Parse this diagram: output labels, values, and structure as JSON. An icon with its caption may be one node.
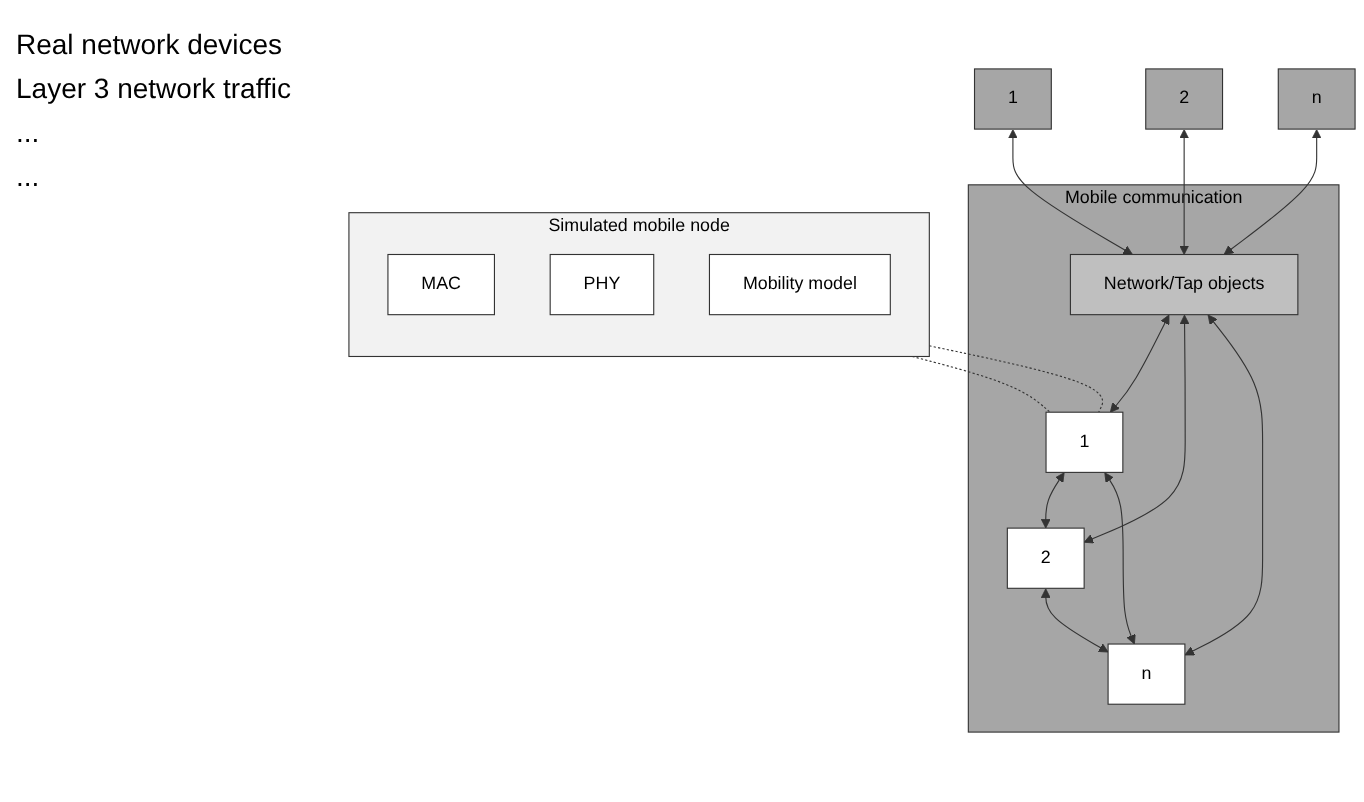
{
  "diagram": {
    "nodes": [
      {
        "text": [
          "Mobile communication"
        ]
      },
      {
        "text": [
          "1"
        ]
      },
      {
        "text": [
          "2"
        ]
      },
      {
        "text": [
          "n"
        ]
      },
      {
        "text": [
          "Network/Tap objects"
        ],
        "in": 0
      },
      {
        "text": [
          "1"
        ],
        "in": 0
      },
      {
        "text": [
          "2"
        ],
        "in": 0
      },
      {
        "text": [
          "n"
        ],
        "in": 0
      },
      {
        "text": [
          "Simulated mobile node"
        ]
      },
      {
        "text": [
          "MAC"
        ],
        "in": 8
      },
      {
        "text": [
          "PHY"
        ],
        "in": 8
      },
      {
        "text": [
          "Mobility model"
        ],
        "in": 8
      }
    ],
    "edges": [
      {
        "from": 1,
        "to": 4,
        "arrow": "both"
      },
      {
        "from": 2,
        "to": 4,
        "arrow": "both"
      },
      {
        "from": 3,
        "to": 4,
        "arrow": "both"
      },
      {
        "from": 4,
        "to": 5,
        "arrow": "both"
      },
      {
        "from": 4,
        "to": 6,
        "arrow": "both"
      },
      {
        "from": 4,
        "to": 7,
        "arrow": "both"
      },
      {
        "from": 5,
        "to": 6,
        "arrow": "both"
      },
      {
        "from": 5,
        "to": 7,
        "arrow": "both"
      },
      {
        "from": 6,
        "to": 7,
        "arrow": "both"
      },
      {
        "from": 8,
        "to": 5,
        "arrow": "none",
        "style": "dashed"
      },
      {
        "from": 8,
        "to": 5,
        "arrow": "none",
        "style": "dashed"
      }
    ],
    "labels": [
      "Real network devices",
      "Layer 3 network traffic",
      "...",
      "..."
    ]
  }
}
